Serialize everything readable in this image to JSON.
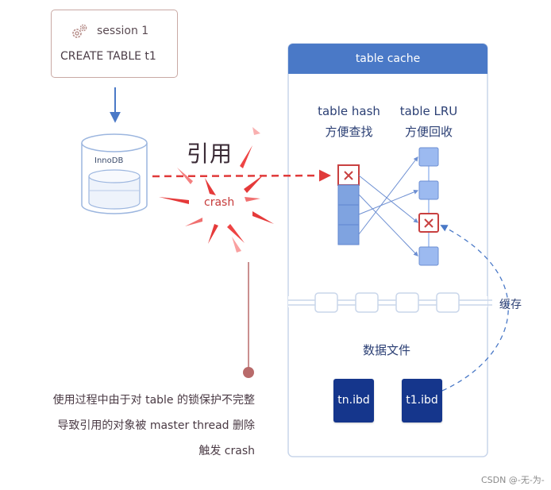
{
  "session": {
    "label": "session 1",
    "command": "CREATE TABLE t1"
  },
  "innodb": {
    "label": "InnoDB"
  },
  "reference_label": "引用",
  "crash_label": "crash",
  "table_cache": {
    "title": "table cache",
    "hash_title": "table hash",
    "hash_subtitle": "方便查找",
    "lru_title": "table LRU",
    "lru_subtitle": "方便回收"
  },
  "data_files": {
    "title": "数据文件",
    "files": [
      "tn.ibd",
      "t1.ibd"
    ]
  },
  "cache_label": "缓存",
  "note_lines": [
    "使用过程中由于对 table 的锁保护不完整",
    "导致引用的对象被 master thread 删除",
    "触发 crash"
  ],
  "watermark": "CSDN @-无-为-",
  "colors": {
    "cache_header": "#4a79c7",
    "hash_block": "#7fa3e0",
    "lru_block": "#9cbaf0",
    "ibd_block": "#15368c",
    "crash_red": "#e03a3a",
    "marker_red": "#c84040",
    "note_dot": "#b86a6a",
    "arrow_blue": "#4a79c7"
  },
  "icons": {
    "session": "gear-cog-icon",
    "broken_entry": "x-mark-icon"
  }
}
